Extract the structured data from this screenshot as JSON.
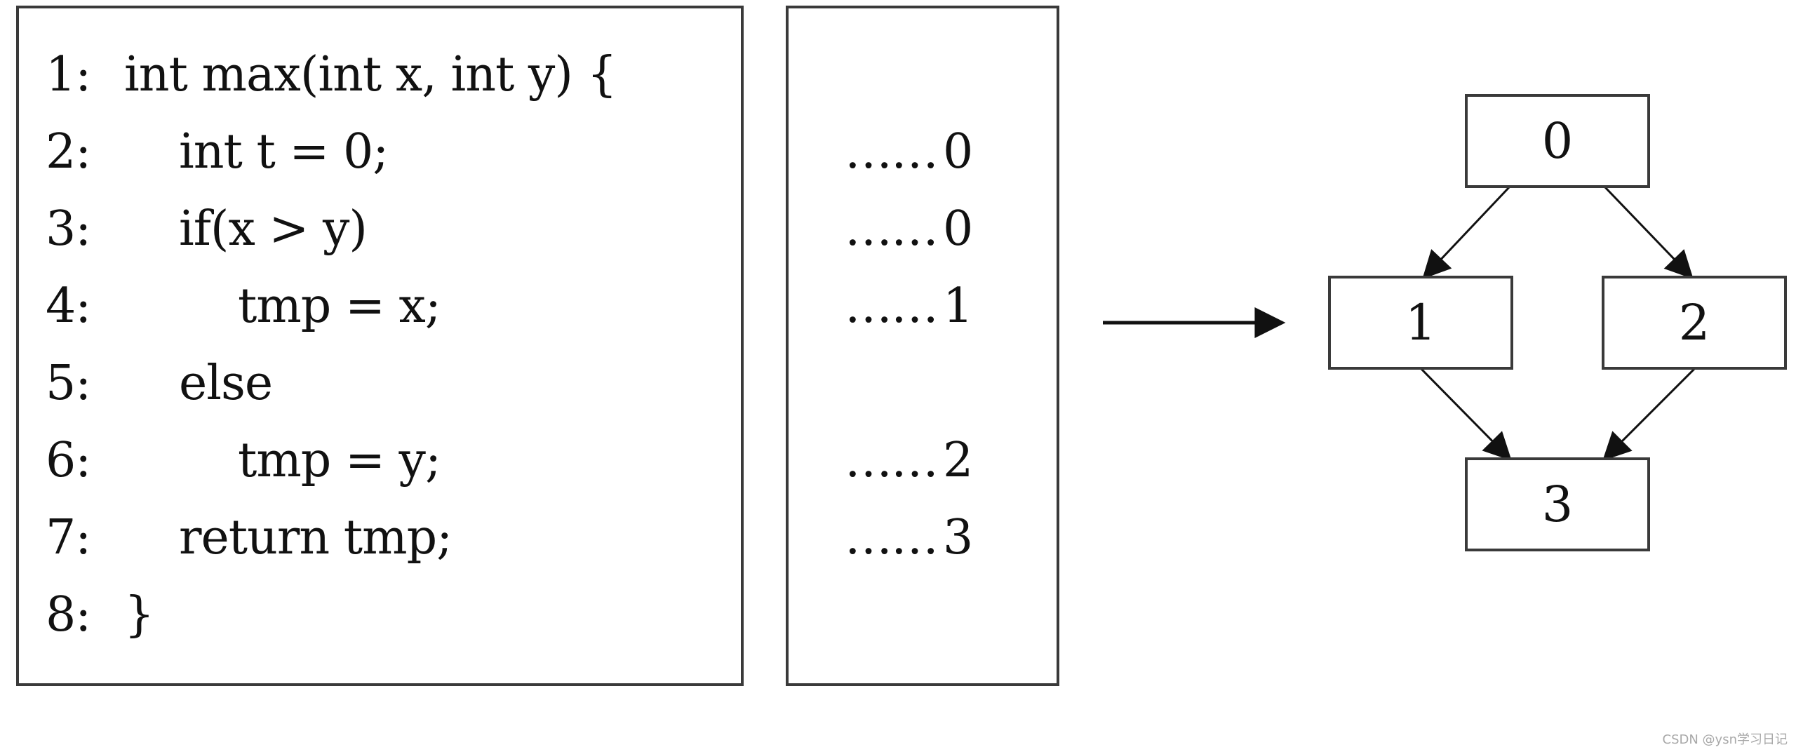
{
  "code_listing": {
    "lines": [
      {
        "number": "1:",
        "code": "int max(int x, int y) {",
        "indent": 0
      },
      {
        "number": "2:",
        "code": "int t = 0;",
        "indent": 1
      },
      {
        "number": "3:",
        "code": "if(x > y)",
        "indent": 1
      },
      {
        "number": "4:",
        "code": "tmp = x;",
        "indent": 2
      },
      {
        "number": "5:",
        "code": "else",
        "indent": 1
      },
      {
        "number": "6:",
        "code": "tmp = y;",
        "indent": 2
      },
      {
        "number": "7:",
        "code": "return tmp;",
        "indent": 1
      },
      {
        "number": "8:",
        "code": "}",
        "indent": 0
      }
    ]
  },
  "block_marks": [
    {
      "line": 2,
      "dots": "……",
      "block": "0"
    },
    {
      "line": 3,
      "dots": "……",
      "block": "0"
    },
    {
      "line": 4,
      "dots": "……",
      "block": "1"
    },
    {
      "line": 6,
      "dots": "……",
      "block": "2"
    },
    {
      "line": 7,
      "dots": "……",
      "block": "3"
    }
  ],
  "flow_graph": {
    "nodes": [
      {
        "id": "0",
        "label": "0"
      },
      {
        "id": "1",
        "label": "1"
      },
      {
        "id": "2",
        "label": "2"
      },
      {
        "id": "3",
        "label": "3"
      }
    ],
    "edges": [
      {
        "from": "0",
        "to": "1"
      },
      {
        "from": "0",
        "to": "2"
      },
      {
        "from": "1",
        "to": "3"
      },
      {
        "from": "2",
        "to": "3"
      }
    ]
  },
  "colors": {
    "stroke": "#3a3a3a",
    "text": "#111111",
    "watermark": "#a8a8a8"
  },
  "watermark": "CSDN @ysn学习日记"
}
